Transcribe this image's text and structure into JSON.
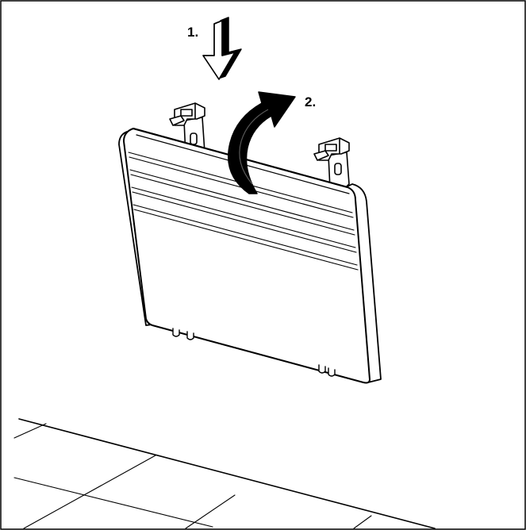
{
  "steps": [
    {
      "label": "1.",
      "icon": "arrow-down-icon"
    },
    {
      "label": "2.",
      "icon": "arrow-curved-up-icon"
    }
  ],
  "colors": {
    "line": "#000000",
    "background": "#ffffff",
    "arrow_fill": "#000000"
  },
  "objects": {
    "panel": "radiator-panel",
    "brackets": "wall-bracket-icon",
    "floor": "floor-tiles"
  }
}
